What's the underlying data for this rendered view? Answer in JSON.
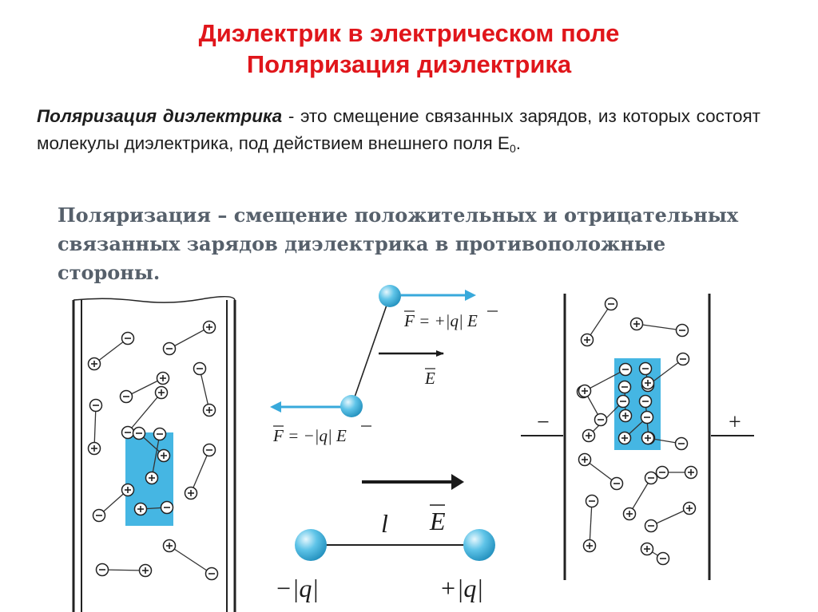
{
  "title": {
    "line1": "Диэлектрик в электрическом поле",
    "line2": "Поляризация диэлектрика"
  },
  "intro": {
    "term": "Поляризация диэлектрика",
    "text": " - это смещение связанных зарядов, из которых состоят молекулы диэлектрика, под действием внешнего поля E",
    "sub": "0",
    "end": "."
  },
  "figure": {
    "caption_lines": [
      "Поляризация – смещение положительных и отрицательных",
      "связанных зарядов диэлектрика в противоположные",
      "стороны."
    ],
    "plus_sign": "+",
    "minus_sign": "−",
    "force_positive": "F = +|q| E",
    "force_negative": "F = −|q| E",
    "field_label": "E",
    "length_label": "l",
    "charge_negative": "−|q|",
    "charge_positive": "+|q|",
    "plate_minus": "−",
    "plate_plus": "+",
    "colors": {
      "title": "#e0161b",
      "caption": "#56606b",
      "sphere": "#3aaed8",
      "highlight_box": "#45b6e3"
    }
  }
}
